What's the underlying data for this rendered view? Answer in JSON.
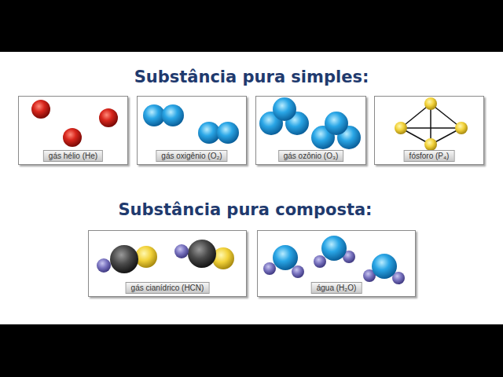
{
  "diagram": {
    "nodes": [
      {
        "text": [
          "gás hélio (He)"
        ]
      },
      {
        "text": [
          "gás oxigênio (O₂)"
        ]
      },
      {
        "text": [
          "gás ozônio (O₃)"
        ]
      },
      {
        "text": [
          "fósforo (P₄)"
        ]
      },
      {
        "text": [
          "gás cianídrico (HCN)"
        ]
      },
      {
        "text": [
          "água (H₂O)"
        ]
      }
    ],
    "labels": [
      "Substância pura simples:",
      "Substância pura composta:"
    ]
  }
}
